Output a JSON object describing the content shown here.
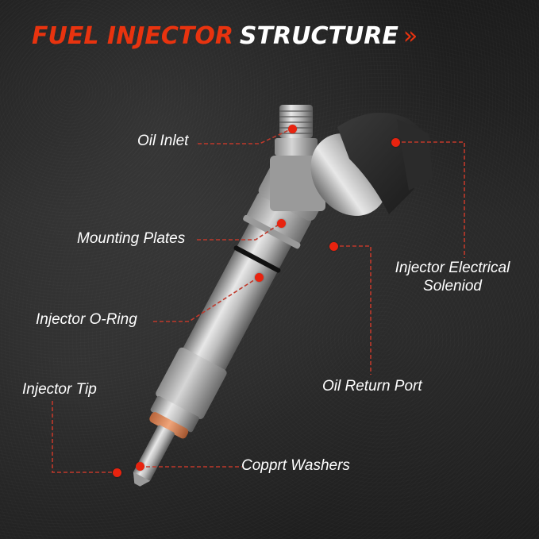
{
  "title": {
    "part1": "FUEL INJECTOR",
    "part2": "STRUCTURE",
    "chevron": "»",
    "accent_color": "#e8330f"
  },
  "labels": {
    "oil_inlet": "Oil Inlet",
    "mounting_plates": "Mounting Plates",
    "injector_electrical_solenoid_line1": "Injector Electrical",
    "injector_electrical_solenoid_line2": "Soleniod",
    "injector_o_ring": "Injector O-Ring",
    "oil_return_port": "Oil Return Port",
    "injector_tip": "Injector Tip",
    "copper_washers": "Copprt Washers"
  },
  "colors": {
    "background": "#1e1e1e",
    "marker": "#e8230f",
    "leader_line": "#c0392b",
    "label_text": "#ffffff"
  }
}
